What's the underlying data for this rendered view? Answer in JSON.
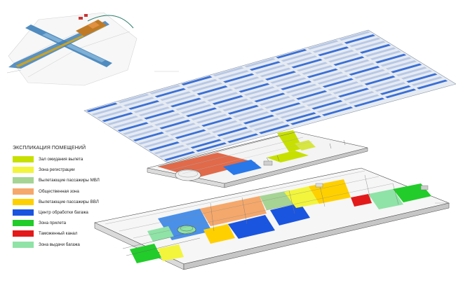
{
  "legend": {
    "title": "ЭКСПЛИКАЦИЯ ПОМЕЩЕНИЙ",
    "items": [
      {
        "label": "Зал ожидания вылета",
        "color": "#c7e000"
      },
      {
        "label": "Зона регистрации",
        "color": "#f2f53c"
      },
      {
        "label": "Вылетающие пассажиры МВЛ",
        "color": "#a6d494"
      },
      {
        "label": "Общественная зона",
        "color": "#f5a86b"
      },
      {
        "label": "Вылетающие пассажиры ВВЛ",
        "color": "#ffd000"
      },
      {
        "label": "Центр обработки багажа",
        "color": "#1a55e0"
      },
      {
        "label": "Зона прилета",
        "color": "#22cc2a"
      },
      {
        "label": "Таможенный канал",
        "color": "#e31a1a"
      },
      {
        "label": "Зона выдачи багажа",
        "color": "#8fe3a6"
      }
    ]
  }
}
